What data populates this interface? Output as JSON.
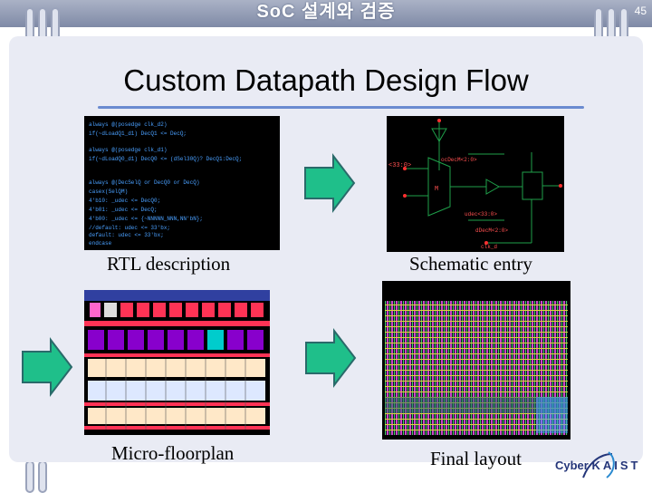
{
  "header": {
    "title": "SoC 설계와 검증",
    "slide_number": "45"
  },
  "slide": {
    "title": "Custom Datapath Design Flow"
  },
  "captions": {
    "rtl": "RTL description",
    "schematic": "Schematic entry",
    "floorplan": "Micro-floorplan",
    "layout": "Final layout"
  },
  "rtl_code": [
    "always  @(posedge clk_d2)",
    "  if(~dLoadQ1_d1) DecQ1 <= DecQ;",
    "always  @(posedge clk_d1)",
    "  if(~dLoadQ0_d1) DecQ0 <= (dSel30Q)? DecQ1:DecQ;",
    "always  @(DecSelQ or DecQ0 or DecQ)",
    "  casex(SelQM)",
    "   4'b10:        _udec  <= DecQ0;",
    "   4'b01:        _udec  <= DecQ;",
    "   4'b00:        _udec  <= {~NNNNN_NNN,NN'bN};",
    "   //default:    udec   <= 33'bx;",
    "   default:      udec   <= 33'bx;",
    "  endcase"
  ],
  "schematic_labels": {
    "in_a": "<33:0>",
    "mux": "M",
    "sel": "ocDecM<2:0>",
    "out_a": "dDecM<2:0>",
    "out_b": "udec<33:0>",
    "bot": "clk_d"
  },
  "logo": {
    "text_a": "Cyber",
    "text_b": "KAIST"
  },
  "colors": {
    "arrow_fill": "#1fbf8a",
    "arrow_stroke": "#2a6a6a",
    "code_text": "#4aa0ff",
    "title_rule": "#6b8bd0",
    "panel_bg": "#e9ebf4",
    "logo_text": "#25367a"
  }
}
